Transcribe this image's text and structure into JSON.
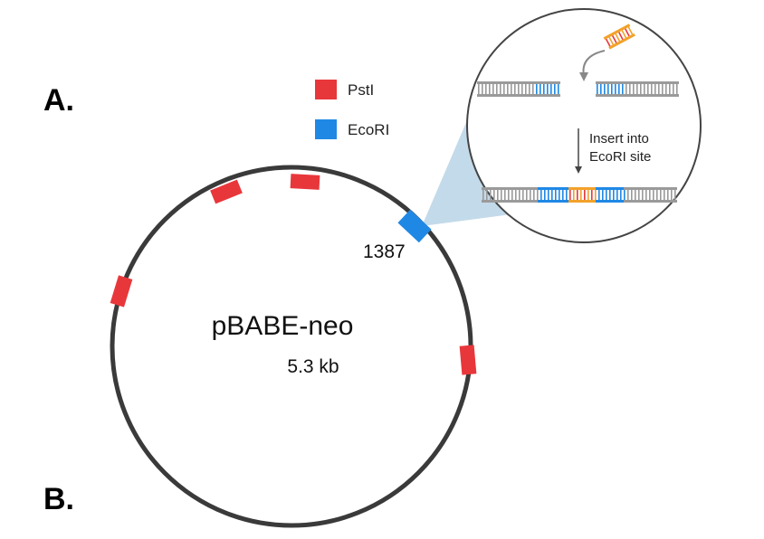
{
  "panels": {
    "a": "A.",
    "b": "B."
  },
  "legend": [
    {
      "label": "PstI",
      "color": "#e8373b"
    },
    {
      "label": "EcoRI",
      "color": "#1f88e5"
    }
  ],
  "plasmid": {
    "name": "pBABE-neo",
    "size": "5.3 kb",
    "ring_color": "#3a3a3a",
    "ecori_position": "1387"
  },
  "inset": {
    "caption_line1": "Insert into",
    "caption_line2": "EcoRI site",
    "zoom_fill": "#b9d3e6"
  }
}
